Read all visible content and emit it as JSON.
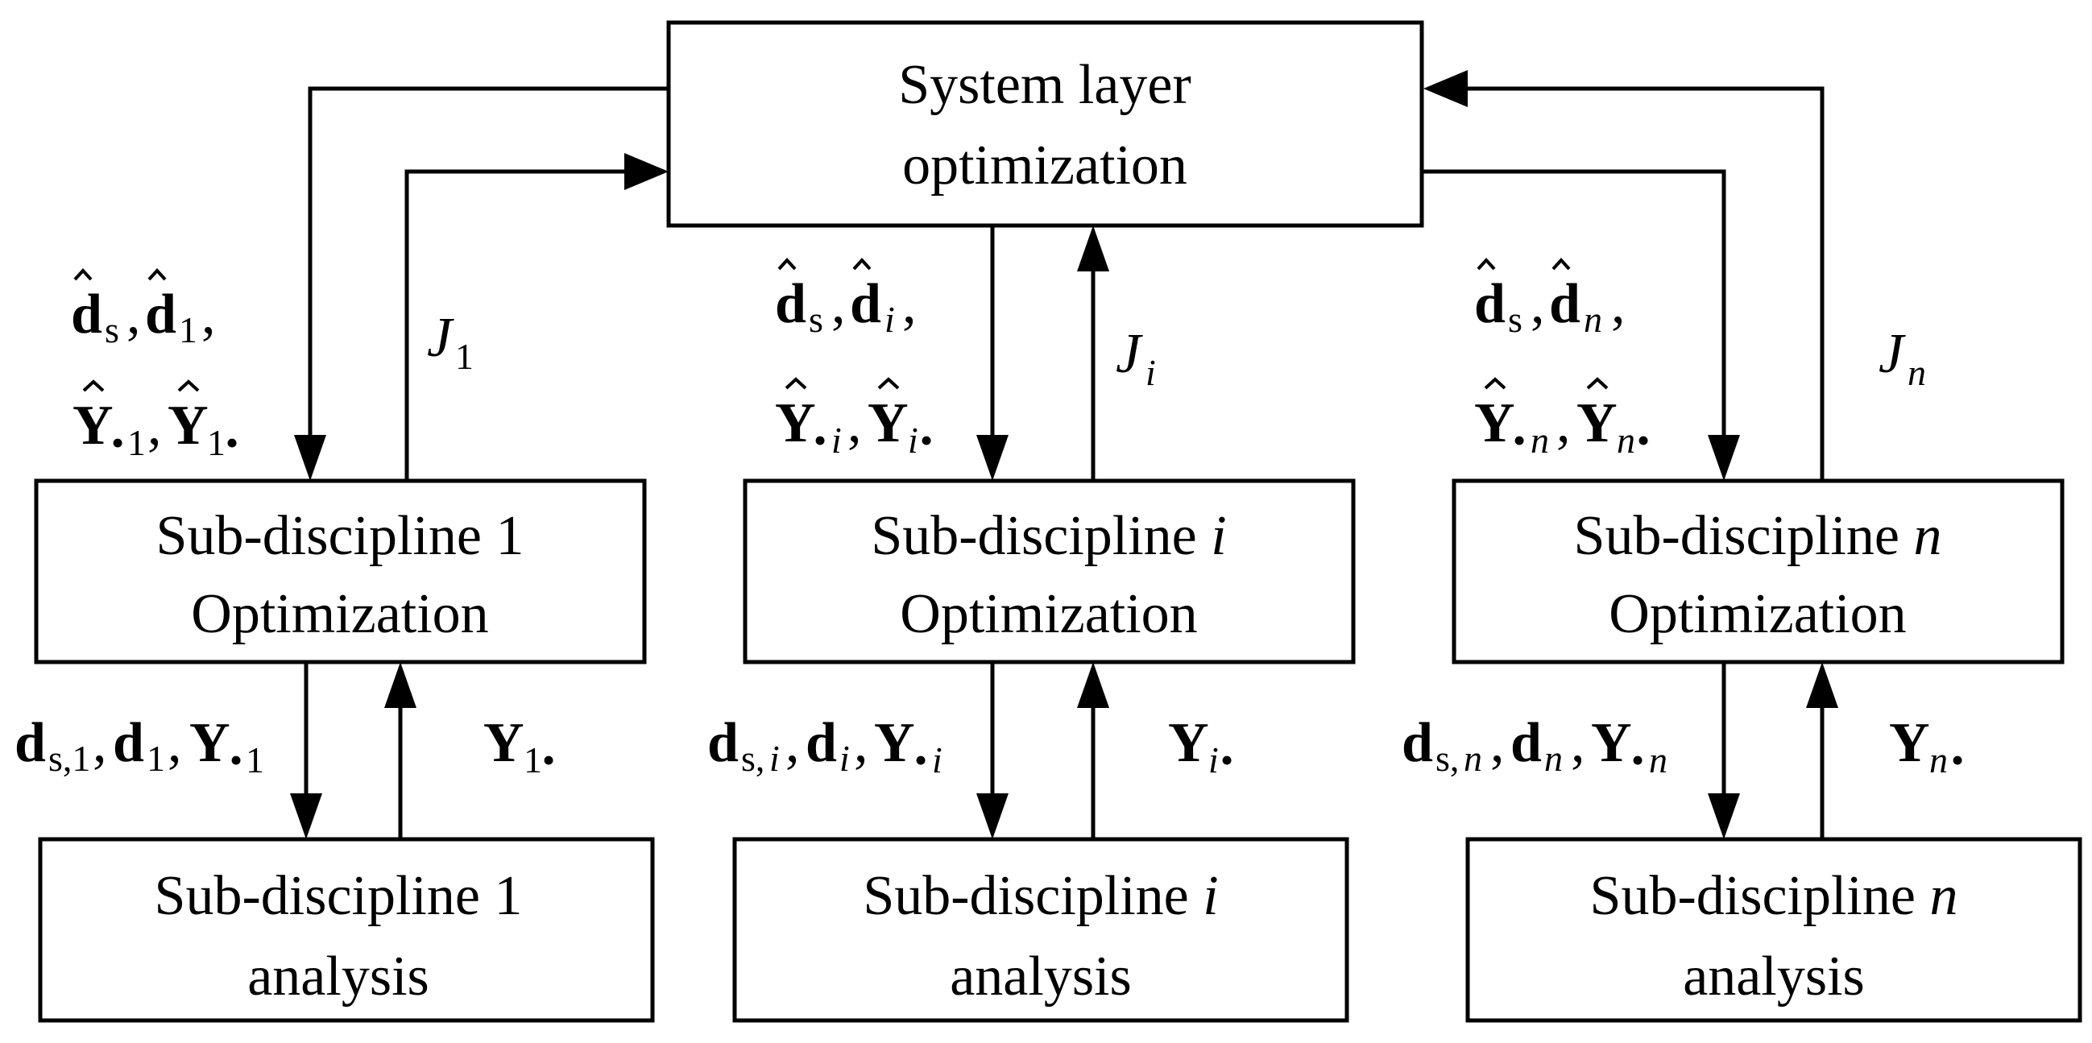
{
  "system": {
    "line1": "System layer",
    "line2": "optimization"
  },
  "opt": {
    "d1": {
      "line1": "Sub-discipline 1",
      "line2": "Optimization"
    },
    "di": {
      "line1_prefix": "Sub-discipline ",
      "line1_var": "i",
      "line2": "Optimization"
    },
    "dn": {
      "line1_prefix": "Sub-discipline ",
      "line1_var": "n",
      "line2": "Optimization"
    }
  },
  "ana": {
    "d1": {
      "line1": "Sub-discipline 1",
      "line2": "analysis"
    },
    "di": {
      "line1_prefix": "Sub-discipline ",
      "line1_var": "i",
      "line2": "analysis"
    },
    "dn": {
      "line1_prefix": "Sub-discipline ",
      "line1_var": "n",
      "line2": "analysis"
    }
  },
  "sym": {
    "d": "d",
    "Y": "Y",
    "J": "J",
    "dot": "•",
    "comma": ",",
    "s": "s",
    "one": "1",
    "i": "i",
    "n": "n",
    "s1": "s,1",
    "si": "s,",
    "sn": "s,"
  }
}
